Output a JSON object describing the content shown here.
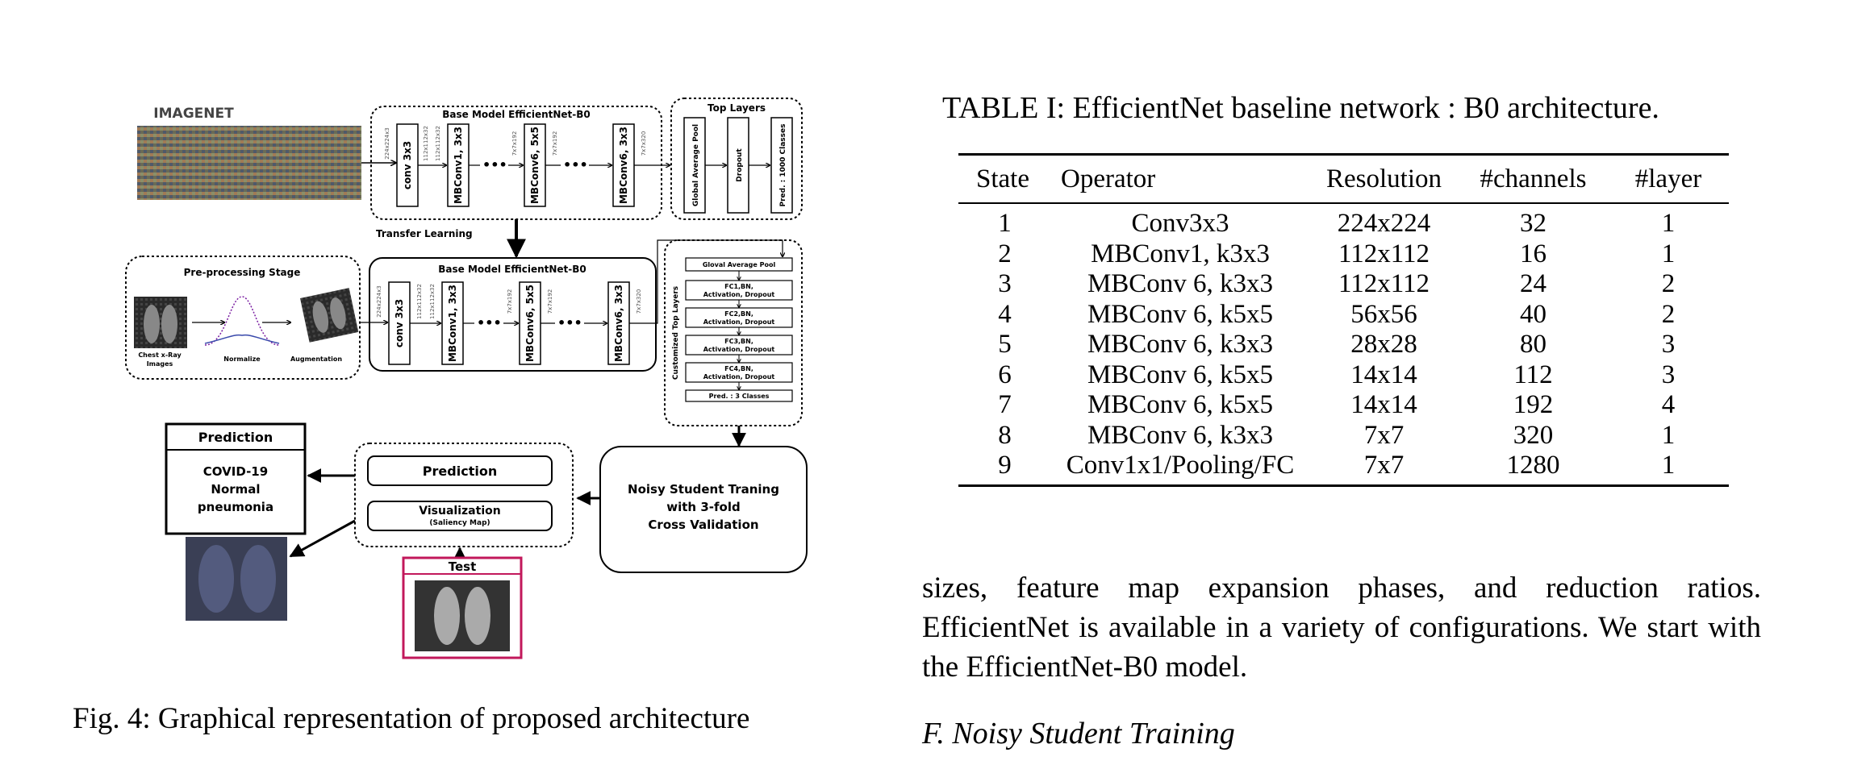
{
  "figure": {
    "imagenet_logo": "IMAGENET",
    "base_model_top_title": "Base Model EfficientNet-B0",
    "base_model_bottom_title": "Base Model EfficientNet-B0",
    "top_layers_title": "Top Layers",
    "transfer_learning": "Transfer Learning",
    "preprocessing_title": "Pre-processing Stage",
    "pre_labels": [
      "Chest x-Ray",
      "Images",
      "Normalize",
      "Augmentation"
    ],
    "layers": [
      "conv 3x3",
      "MBConv1, 3x3",
      "MBConv6, 5x5",
      "MBConv6, 3x3"
    ],
    "dims": [
      "224x224x3",
      "112x112x32",
      "112x112x32",
      "7x7x192",
      "7x7x192",
      "7x7x320"
    ],
    "top_layers": [
      "Global Average Pool",
      "Dropout",
      "Pred. : 1000 Classes"
    ],
    "custom_title": "Customized Top Layers",
    "custom_layers": [
      [
        "Gloval Average Pool"
      ],
      [
        "FC1,BN,",
        "Activation, Dropout"
      ],
      [
        "FC2,BN,",
        "Activation, Dropout"
      ],
      [
        "FC3,BN,",
        "Activation, Dropout"
      ],
      [
        "FC4,BN,",
        "Activation, Dropout"
      ],
      [
        "Pred. : 3 Classes"
      ]
    ],
    "prediction_box_title": "Prediction",
    "prediction_classes": [
      "COVID-19",
      "Normal",
      "pneumonia"
    ],
    "prediction_label": "Prediction",
    "visualization_label": "Visualization",
    "visualization_sub": "(Saliency Map)",
    "test_label": "Test",
    "noisy_student": [
      "Noisy Student Traning",
      "with 3-fold",
      "Cross Validation"
    ],
    "colors": {
      "test_border": "#c2185b",
      "normalize_curve": "#7b1fa2",
      "normalize_curve2": "#3949ab"
    }
  },
  "fig_caption": "Fig. 4: Graphical representation of proposed architecture",
  "table": {
    "caption": "TABLE I: EfficientNet baseline network : B0 architecture.",
    "headers": [
      "State",
      "Operator",
      "Resolution",
      "#channels",
      "#layer"
    ],
    "rows": [
      [
        "1",
        "Conv3x3",
        "224x224",
        "32",
        "1"
      ],
      [
        "2",
        "MBConv1, k3x3",
        "112x112",
        "16",
        "1"
      ],
      [
        "3",
        "MBConv 6, k3x3",
        "112x112",
        "24",
        "2"
      ],
      [
        "4",
        "MBConv 6, k5x5",
        "56x56",
        "40",
        "2"
      ],
      [
        "5",
        "MBConv 6, k3x3",
        "28x28",
        "80",
        "3"
      ],
      [
        "6",
        "MBConv 6, k5x5",
        "14x14",
        "112",
        "3"
      ],
      [
        "7",
        "MBConv 6, k5x5",
        "14x14",
        "192",
        "4"
      ],
      [
        "8",
        "MBConv 6, k3x3",
        "7x7",
        "320",
        "1"
      ],
      [
        "9",
        "Conv1x1/Pooling/FC",
        "7x7",
        "1280",
        "1"
      ]
    ]
  },
  "body_text": "sizes, feature map expansion phases, and reduction ratios. EfficientNet is available in a variety of configurations. We start with the EfficientNet-B0 model.",
  "section_heading": "F.  Noisy Student Training"
}
